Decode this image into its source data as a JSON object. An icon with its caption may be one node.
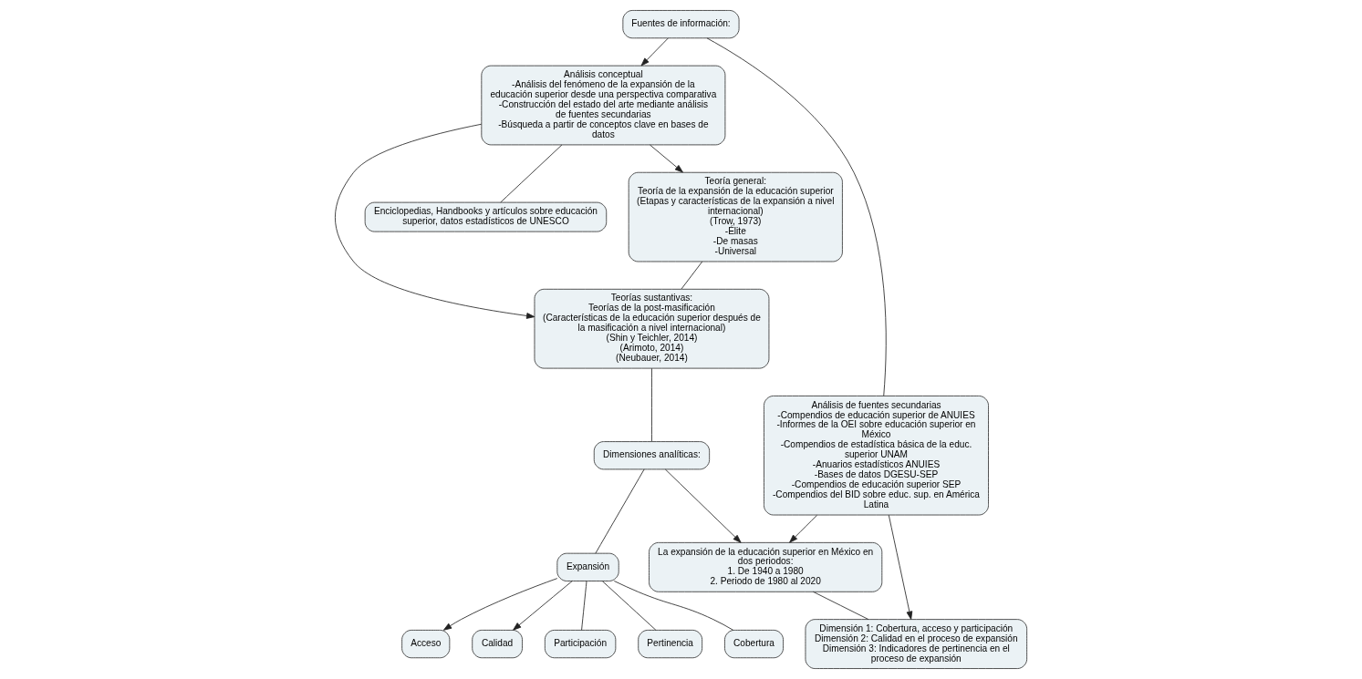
{
  "diagram": {
    "nodes": [
      {
        "text": [
          "Teoría general:",
          "Teoría de la expansión de la educación superior (Etapas y características de la expansión a nivel internacional)",
          "(Trow, 1973)",
          "-Élite",
          "-De masas",
          "-Universal"
        ]
      },
      {
        "text": [
          "Análisis conceptual",
          "-Análisis del fenómeno de la expansión de la educación superior desde una perspectiva comparativa",
          "-Construcción del estado del arte mediante análisis de fuentes secundarias",
          "-Búsqueda a partir de conceptos clave en bases de datos"
        ]
      },
      {
        "text": [
          "Fuentes de información:"
        ]
      },
      {
        "text": [
          "Teorías sustantivas:",
          "Teorías de la post-masificación",
          "(Características de la educación superior después de la masificación a nivel internacional)",
          "(Shin y Teichler, 2014)",
          "(Arimoto, 2014)",
          "(Neubauer, 2014)"
        ]
      },
      {
        "text": [
          "Enciclopedias, Handbooks y artículos sobre educación superior, datos estadísticos de UNESCO"
        ]
      },
      {
        "text": [
          "Análisis de fuentes secundarias",
          "-Compendios de educación superior de ANUIES",
          "-Informes de la OEI sobre educación superior en México",
          "-Compendios de estadística básica de la educ. superior UNAM",
          "-Anuarios estadísticos ANUIES",
          "-Bases de datos DGESU-SEP",
          "-Compendios de educación superior SEP",
          "-Compendios del BID sobre educ. sup. en América Latina"
        ]
      },
      {
        "text": [
          "Dimensiones analíticas:"
        ]
      },
      {
        "text": [
          "La expansión de la educación superior en México en dos periodos:",
          "1. De 1940 a 1980",
          "2. Periodo de 1980 al 2020"
        ]
      },
      {
        "text": [
          "Expansión"
        ]
      },
      {
        "text": [
          "Acceso"
        ]
      },
      {
        "text": [
          "Calidad"
        ]
      },
      {
        "text": [
          "Participación"
        ]
      },
      {
        "text": [
          "Pertinencia"
        ]
      },
      {
        "text": [
          "Cobertura"
        ]
      },
      {
        "text": [
          "Dimensión 1: Cobertura, acceso y participación",
          "Dimensión 2: Calidad en el proceso de expansión",
          "Dimensión 3: Indicadores de pertinencia en el proceso de expansión"
        ]
      }
    ],
    "edges": [
      {
        "from": 1,
        "to": 0,
        "arrow": "to"
      },
      {
        "from": 1,
        "to": 3,
        "arrow": "to"
      },
      {
        "from": 2,
        "to": 1,
        "arrow": "to"
      },
      {
        "from": 0,
        "to": 3,
        "arrow": "none"
      },
      {
        "from": 1,
        "to": 4,
        "arrow": "none"
      },
      {
        "from": 2,
        "to": 5,
        "arrow": "none"
      },
      {
        "from": 3,
        "to": 6,
        "arrow": "none"
      },
      {
        "from": 6,
        "to": 7,
        "arrow": "to"
      },
      {
        "from": 5,
        "to": 7,
        "arrow": "to"
      },
      {
        "from": 5,
        "to": 14,
        "arrow": "to"
      },
      {
        "from": 7,
        "to": 14,
        "arrow": "none"
      },
      {
        "from": 6,
        "to": 8,
        "arrow": "none"
      },
      {
        "from": 8,
        "to": 9,
        "arrow": "to"
      },
      {
        "from": 8,
        "to": 10,
        "arrow": "to"
      },
      {
        "from": 8,
        "to": 11,
        "arrow": "none"
      },
      {
        "from": 8,
        "to": 12,
        "arrow": "none"
      },
      {
        "from": 8,
        "to": 13,
        "arrow": "none"
      }
    ]
  }
}
